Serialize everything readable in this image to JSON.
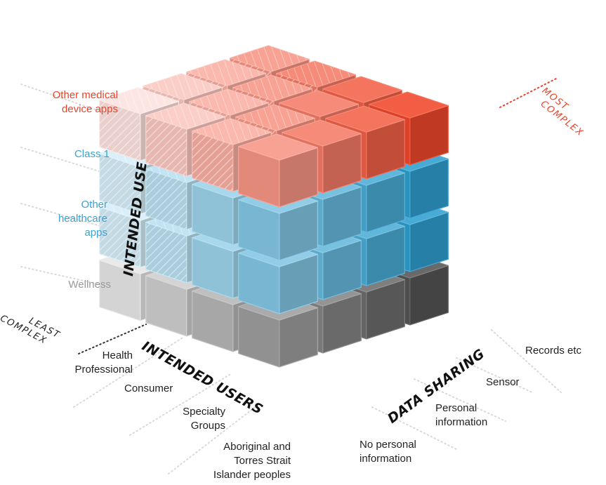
{
  "intended_use": {
    "axis_title": "INTENDED USE",
    "levels": [
      {
        "line1": "Other medical",
        "line2": "device apps",
        "color": "#e8452c"
      },
      {
        "line1": "Class 1",
        "line2": "",
        "color": "#3aa3cf"
      },
      {
        "line1": "Other",
        "line2": "healthcare",
        "line3": "apps",
        "color": "#3aa3cf"
      },
      {
        "line1": "Wellness",
        "line2": "",
        "color": "#9a9a9a"
      }
    ]
  },
  "intended_users": {
    "axis_title": "INTENDED USERS",
    "levels": [
      {
        "line1": "Health",
        "line2": "Professional"
      },
      {
        "line1": "Consumer",
        "line2": ""
      },
      {
        "line1": "Specialty",
        "line2": "Groups"
      },
      {
        "line1": "Aboriginal and",
        "line2": "Torres Strait",
        "line3": "Islander peoples"
      }
    ]
  },
  "data_sharing": {
    "axis_title": "DATA SHARING",
    "levels": [
      {
        "line1": "No personal",
        "line2": "information"
      },
      {
        "line1": "Personal",
        "line2": "information"
      },
      {
        "line1": "Sensor",
        "line2": ""
      },
      {
        "line1": "Records etc",
        "line2": ""
      }
    ]
  },
  "corners": {
    "least_complex": {
      "line1": "LEAST",
      "line2": "COMPLEX"
    },
    "most_complex": {
      "line1": "MOST",
      "line2": "COMPLEX"
    }
  },
  "colors": {
    "red_dark": "#f0472a",
    "red_light": "#fde2df",
    "blue_dark": "#2e9fcf",
    "blue_light": "#d5edf8",
    "grey_dark": "#555555",
    "grey_light": "#e6e6e6",
    "text_red": "#e8452c",
    "text_blue": "#3aa3cf",
    "text_grey": "#9a9a9a"
  }
}
